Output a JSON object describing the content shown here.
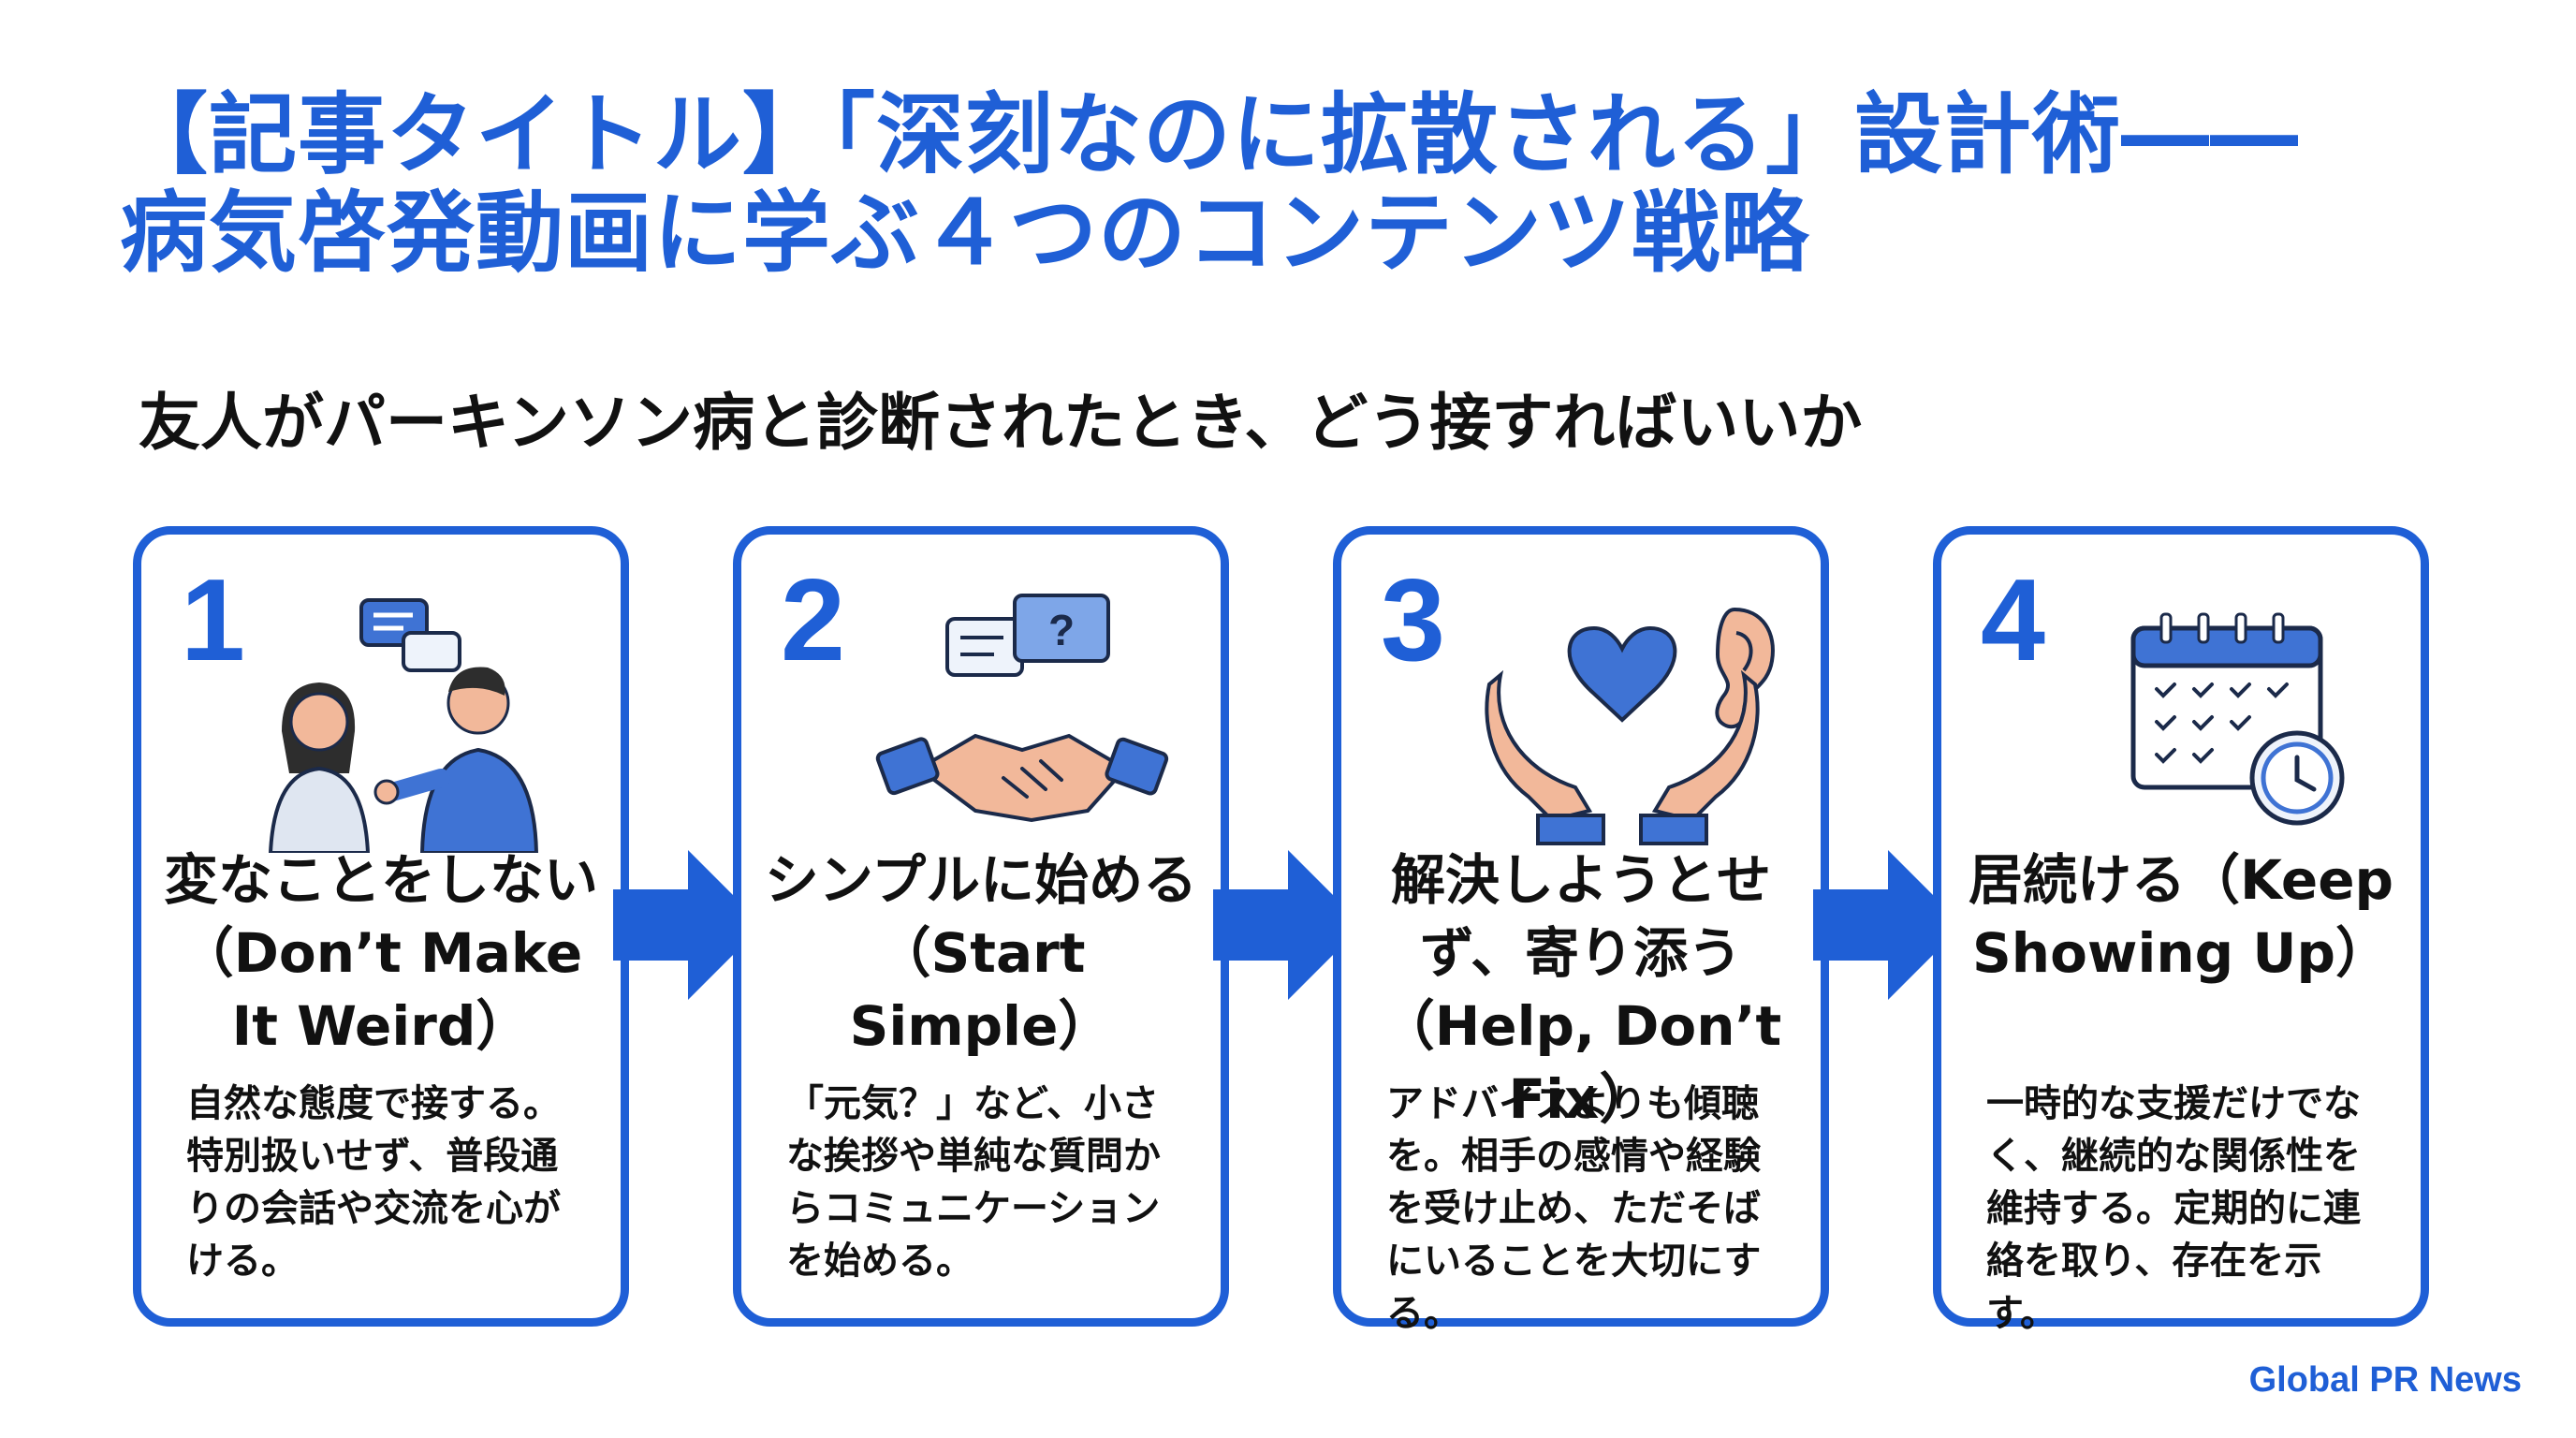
{
  "title": {
    "line1": "【記事タイトル】「深刻なのに拡散される」設計術――",
    "line2": "病気啓発動画に学ぶ４つのコンテンツ戦略"
  },
  "subtitle": "友人がパーキンソン病と診断されたとき、どう接すればいいか",
  "cards": [
    {
      "number": "1",
      "title": "変なことをしない（Don’t Make It Weird）",
      "description": "自然な態度で接する。特別扱いせず、普段通りの会話や交流を心がける。",
      "icon": "two-people-talking-icon"
    },
    {
      "number": "2",
      "title": "シンプルに始める（Start Simple）",
      "description": "「元気？」など、小さな挨拶や単純な質問からコミュニケーションを始める。",
      "icon": "handshake-with-chat-bubbles-icon"
    },
    {
      "number": "3",
      "title": "解決しようとせず、寄り添う（Help, Don’t Fix）",
      "description": "アドバイスよりも傾聴を。相手の感情や経験を受け止め、ただそばにいることを大切にする。",
      "icon": "hands-holding-heart-with-ear-icon"
    },
    {
      "number": "4",
      "title": "居続ける（Keep Showing Up）",
      "description": "一時的な支援だけでなく、継続的な関係性を維持する。定期的に連絡を取り、存在を示す。",
      "icon": "calendar-with-clock-icon"
    }
  ],
  "footer": {
    "brand": "Global PR News"
  },
  "colors": {
    "accent": "#1f5fd6",
    "text": "#111111",
    "skin": "#f2b89a",
    "shirt": "#3f73d4"
  }
}
